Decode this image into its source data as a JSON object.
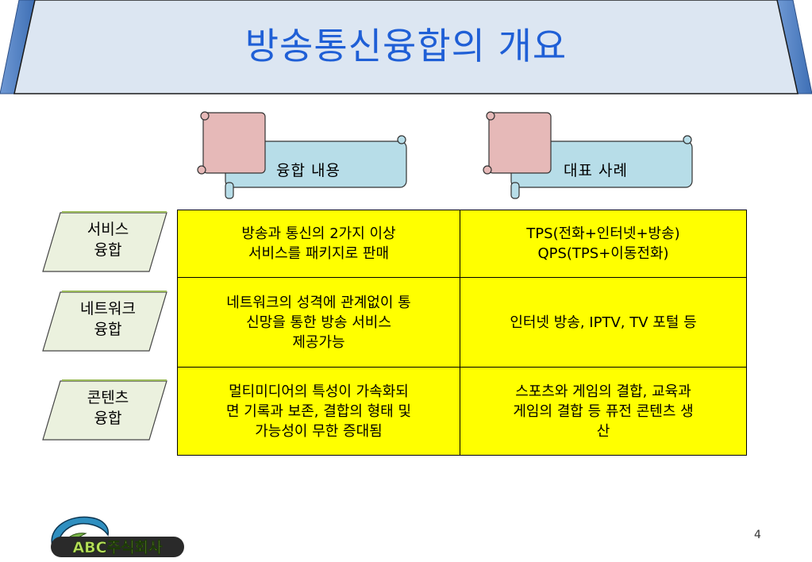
{
  "title": "방송통신융합의 개요",
  "headers": [
    "융합 내용",
    "대표 사례"
  ],
  "rows": [
    {
      "label": [
        "서비스",
        "융합"
      ],
      "content": [
        "방송과 통신의 2가지 이상",
        "서비스를 패키지로 판매"
      ],
      "example": [
        "TPS(전화+인터넷+방송)",
        "QPS(TPS+이동전화)"
      ]
    },
    {
      "label": [
        "네트워크",
        "융합"
      ],
      "content": [
        "네트워크의 성격에 관계없이 통",
        "신망을 통한 방송 서비스",
        "제공가능"
      ],
      "example": [
        "인터넷 방송, IPTV, TV 포털 등"
      ]
    },
    {
      "label": [
        "콘텐츠",
        "융합"
      ],
      "content": [
        "멀티미디어의 특성이 가속화되",
        "면 기록과 보존, 결합의 형태 및",
        "가능성이 무한 증대됨"
      ],
      "example": [
        "스포츠와 게임의 결합, 교육과",
        "게임의 결합 등 퓨전 콘텐츠 생",
        "산"
      ]
    }
  ],
  "logo_text": "ABC주식회사",
  "page_number": "4",
  "colors": {
    "title_text": "#1f5fd6",
    "banner_fill": "#dce6f2",
    "banner_edge": "#4f81bd",
    "cell_fill": "#ffff00",
    "scroll_body": "#b7dde8",
    "scroll_flap": "#e6b9b8",
    "label_fill": "#ebf1de"
  }
}
